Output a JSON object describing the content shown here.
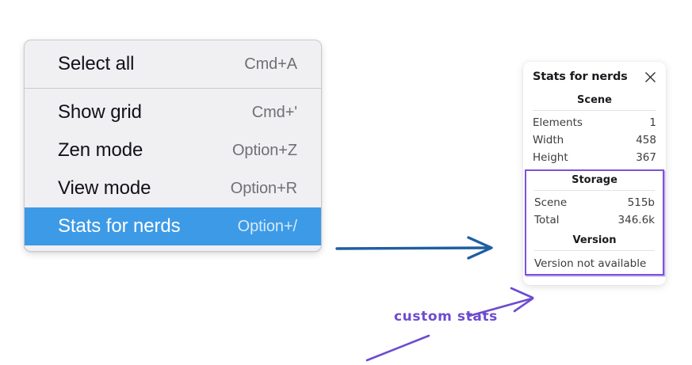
{
  "context_menu": {
    "groups": [
      {
        "items": [
          {
            "label": "Select all",
            "shortcut": "Cmd+A",
            "selected": false
          }
        ]
      },
      {
        "items": [
          {
            "label": "Show grid",
            "shortcut": "Cmd+'",
            "selected": false
          },
          {
            "label": "Zen mode",
            "shortcut": "Option+Z",
            "selected": false
          },
          {
            "label": "View mode",
            "shortcut": "Option+R",
            "selected": false
          },
          {
            "label": "Stats for nerds",
            "shortcut": "Option+/",
            "selected": true
          }
        ]
      }
    ],
    "highlight_color": "#3d9ae6"
  },
  "stats_panel": {
    "title": "Stats for nerds",
    "close_icon": "close-icon",
    "scene": {
      "heading": "Scene",
      "rows": [
        {
          "key": "Elements",
          "value": "1"
        },
        {
          "key": "Width",
          "value": "458"
        },
        {
          "key": "Height",
          "value": "367"
        }
      ]
    },
    "storage": {
      "heading": "Storage",
      "rows": [
        {
          "key": "Scene",
          "value": "515b"
        },
        {
          "key": "Total",
          "value": "346.6k"
        }
      ]
    },
    "version": {
      "heading": "Version",
      "note": "Version not available"
    },
    "highlight_color": "#7c53d9"
  },
  "annotations": {
    "callout_text": "custom stats",
    "callout_color": "#6d4bd0",
    "flow_arrow_color": "#1f5fa0"
  }
}
